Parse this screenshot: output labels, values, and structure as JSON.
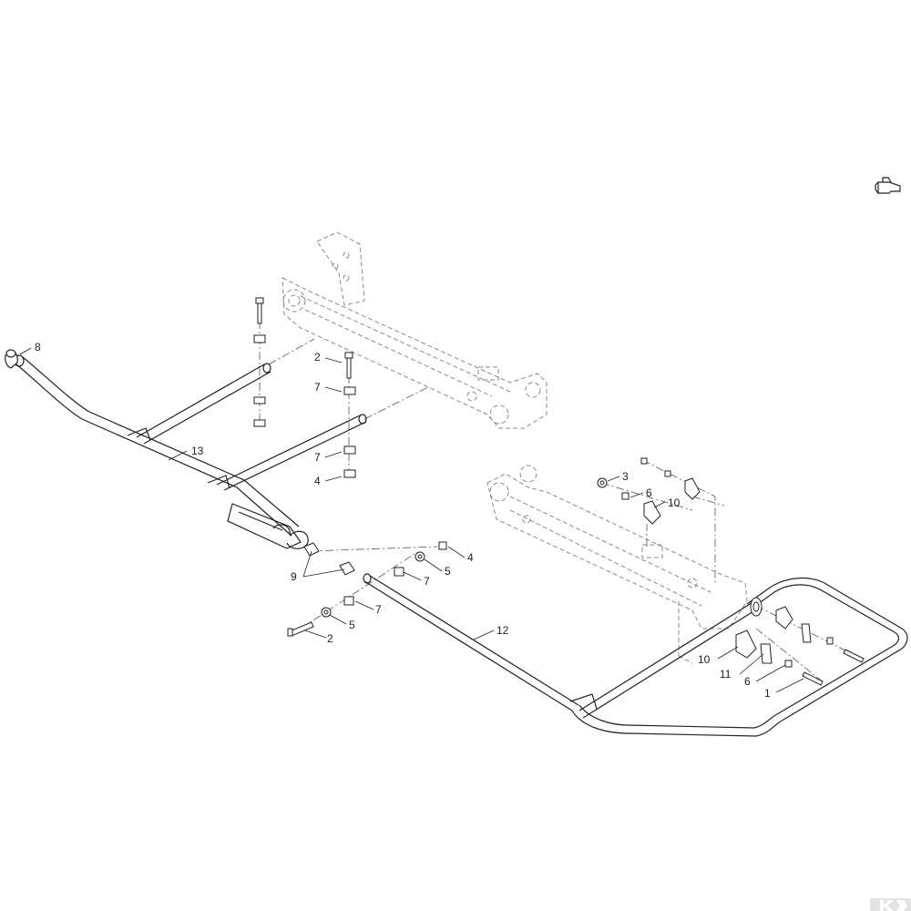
{
  "diagram": {
    "kind": "exploded parts view",
    "callouts": [
      {
        "id": "c8",
        "label": "8"
      },
      {
        "id": "c2a",
        "label": "2"
      },
      {
        "id": "c7a",
        "label": "7"
      },
      {
        "id": "c7b",
        "label": "7"
      },
      {
        "id": "c4a",
        "label": "4"
      },
      {
        "id": "c13",
        "label": "13"
      },
      {
        "id": "c3",
        "label": "3"
      },
      {
        "id": "c6a",
        "label": "6"
      },
      {
        "id": "c10a",
        "label": "10"
      },
      {
        "id": "c9",
        "label": "9"
      },
      {
        "id": "c4b",
        "label": "4"
      },
      {
        "id": "c5a",
        "label": "5"
      },
      {
        "id": "c7c",
        "label": "7"
      },
      {
        "id": "c7d",
        "label": "7"
      },
      {
        "id": "c5b",
        "label": "5"
      },
      {
        "id": "c2b",
        "label": "2"
      },
      {
        "id": "c12",
        "label": "12"
      },
      {
        "id": "c10b",
        "label": "10"
      },
      {
        "id": "c11",
        "label": "11"
      },
      {
        "id": "c6b",
        "label": "6"
      },
      {
        "id": "c1",
        "label": "1"
      }
    ]
  },
  "colors": {
    "line": "#222222",
    "phantom": "#8a8a8a",
    "logo": "#e3e3e3"
  },
  "icons": {
    "nav": "hand-pointer-icon",
    "logo": "brand-logo"
  }
}
